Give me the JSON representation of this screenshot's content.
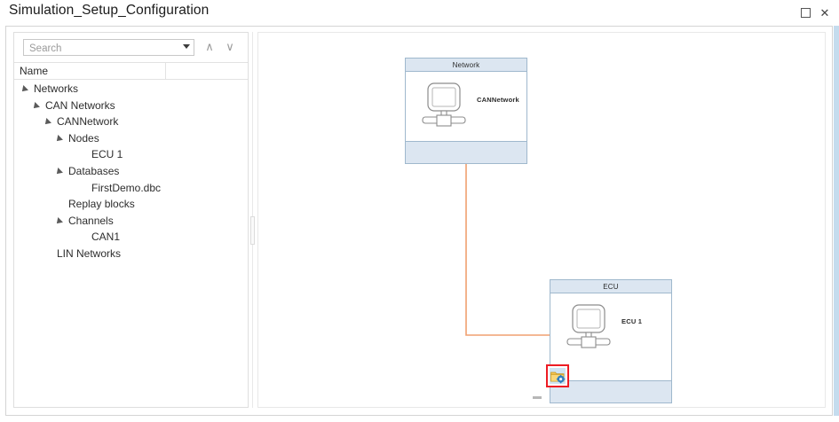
{
  "window": {
    "title": "Simulation_Setup_Configuration",
    "controls": {
      "maximize_label": "",
      "maximize_icon": "maximize-icon",
      "close_label": "✕",
      "close_icon": "close-icon"
    }
  },
  "search": {
    "placeholder": "Search",
    "value": "",
    "dropdown_icon": "chevron-down-icon",
    "nav_up_label": "∧",
    "nav_down_label": "∨"
  },
  "tree": {
    "column_header": "Name",
    "items": [
      {
        "label": "Networks",
        "depth": 0,
        "expanded": true
      },
      {
        "label": "CAN Networks",
        "depth": 1,
        "expanded": true
      },
      {
        "label": "CANNetwork",
        "depth": 2,
        "expanded": true
      },
      {
        "label": "Nodes",
        "depth": 3,
        "expanded": true
      },
      {
        "label": "ECU 1",
        "depth": 5,
        "expanded": false
      },
      {
        "label": "Databases",
        "depth": 3,
        "expanded": true
      },
      {
        "label": "FirstDemo.dbc",
        "depth": 5,
        "expanded": false
      },
      {
        "label": "Replay blocks",
        "depth": 3,
        "expanded": false
      },
      {
        "label": "Channels",
        "depth": 3,
        "expanded": true
      },
      {
        "label": "CAN1",
        "depth": 5,
        "expanded": false
      },
      {
        "label": "LIN Networks",
        "depth": 2,
        "expanded": false
      }
    ]
  },
  "canvas": {
    "nodes": [
      {
        "header": "Network",
        "caption": "CANNetwork",
        "icon": "computer-icon"
      },
      {
        "header": "ECU",
        "caption": "ECU 1",
        "icon": "computer-icon"
      }
    ],
    "connector": {
      "color": "#f0a070",
      "style": "elbow"
    },
    "selected_badge": {
      "name": "ecu-configuration-badge",
      "icon": "folder-gear-icon",
      "highlight_color": "#ed1c24"
    }
  },
  "colors": {
    "node_header_fill": "#dce6f1",
    "node_border": "#9fb8cd",
    "connector": "#f0a070",
    "selection_highlight": "#ed1c24",
    "right_edge_strip": "#c5dcee"
  }
}
